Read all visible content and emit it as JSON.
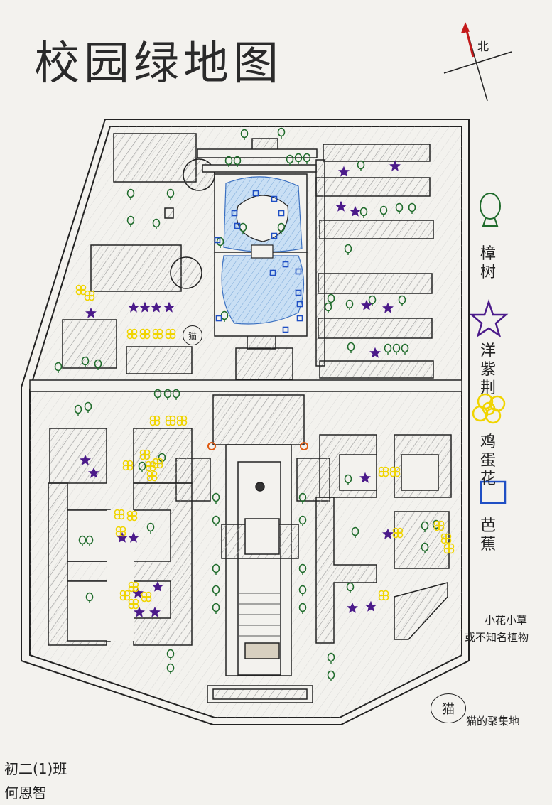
{
  "title": "校园绿地图",
  "compass": {
    "north_label": "北"
  },
  "legend": {
    "items": [
      {
        "symbol": "camphor-tree-icon",
        "label": "樟树",
        "color": "#1f6b2b"
      },
      {
        "symbol": "star-icon",
        "label": "洋紫荆",
        "color": "#4b1a8a"
      },
      {
        "symbol": "flower-icon",
        "label": "鸡蛋花",
        "color": "#f0d400"
      },
      {
        "symbol": "square-icon",
        "label": "芭蕉",
        "color": "#1f4fc4"
      }
    ],
    "grass_label_line1": "小花小草",
    "grass_label_line2": "或不知名植物",
    "cat_badge": "猫",
    "cat_label": "猫的聚集地"
  },
  "map": {
    "cat_badge": "猫"
  },
  "author": {
    "class": "初二(1)班",
    "name": "何恩智"
  }
}
